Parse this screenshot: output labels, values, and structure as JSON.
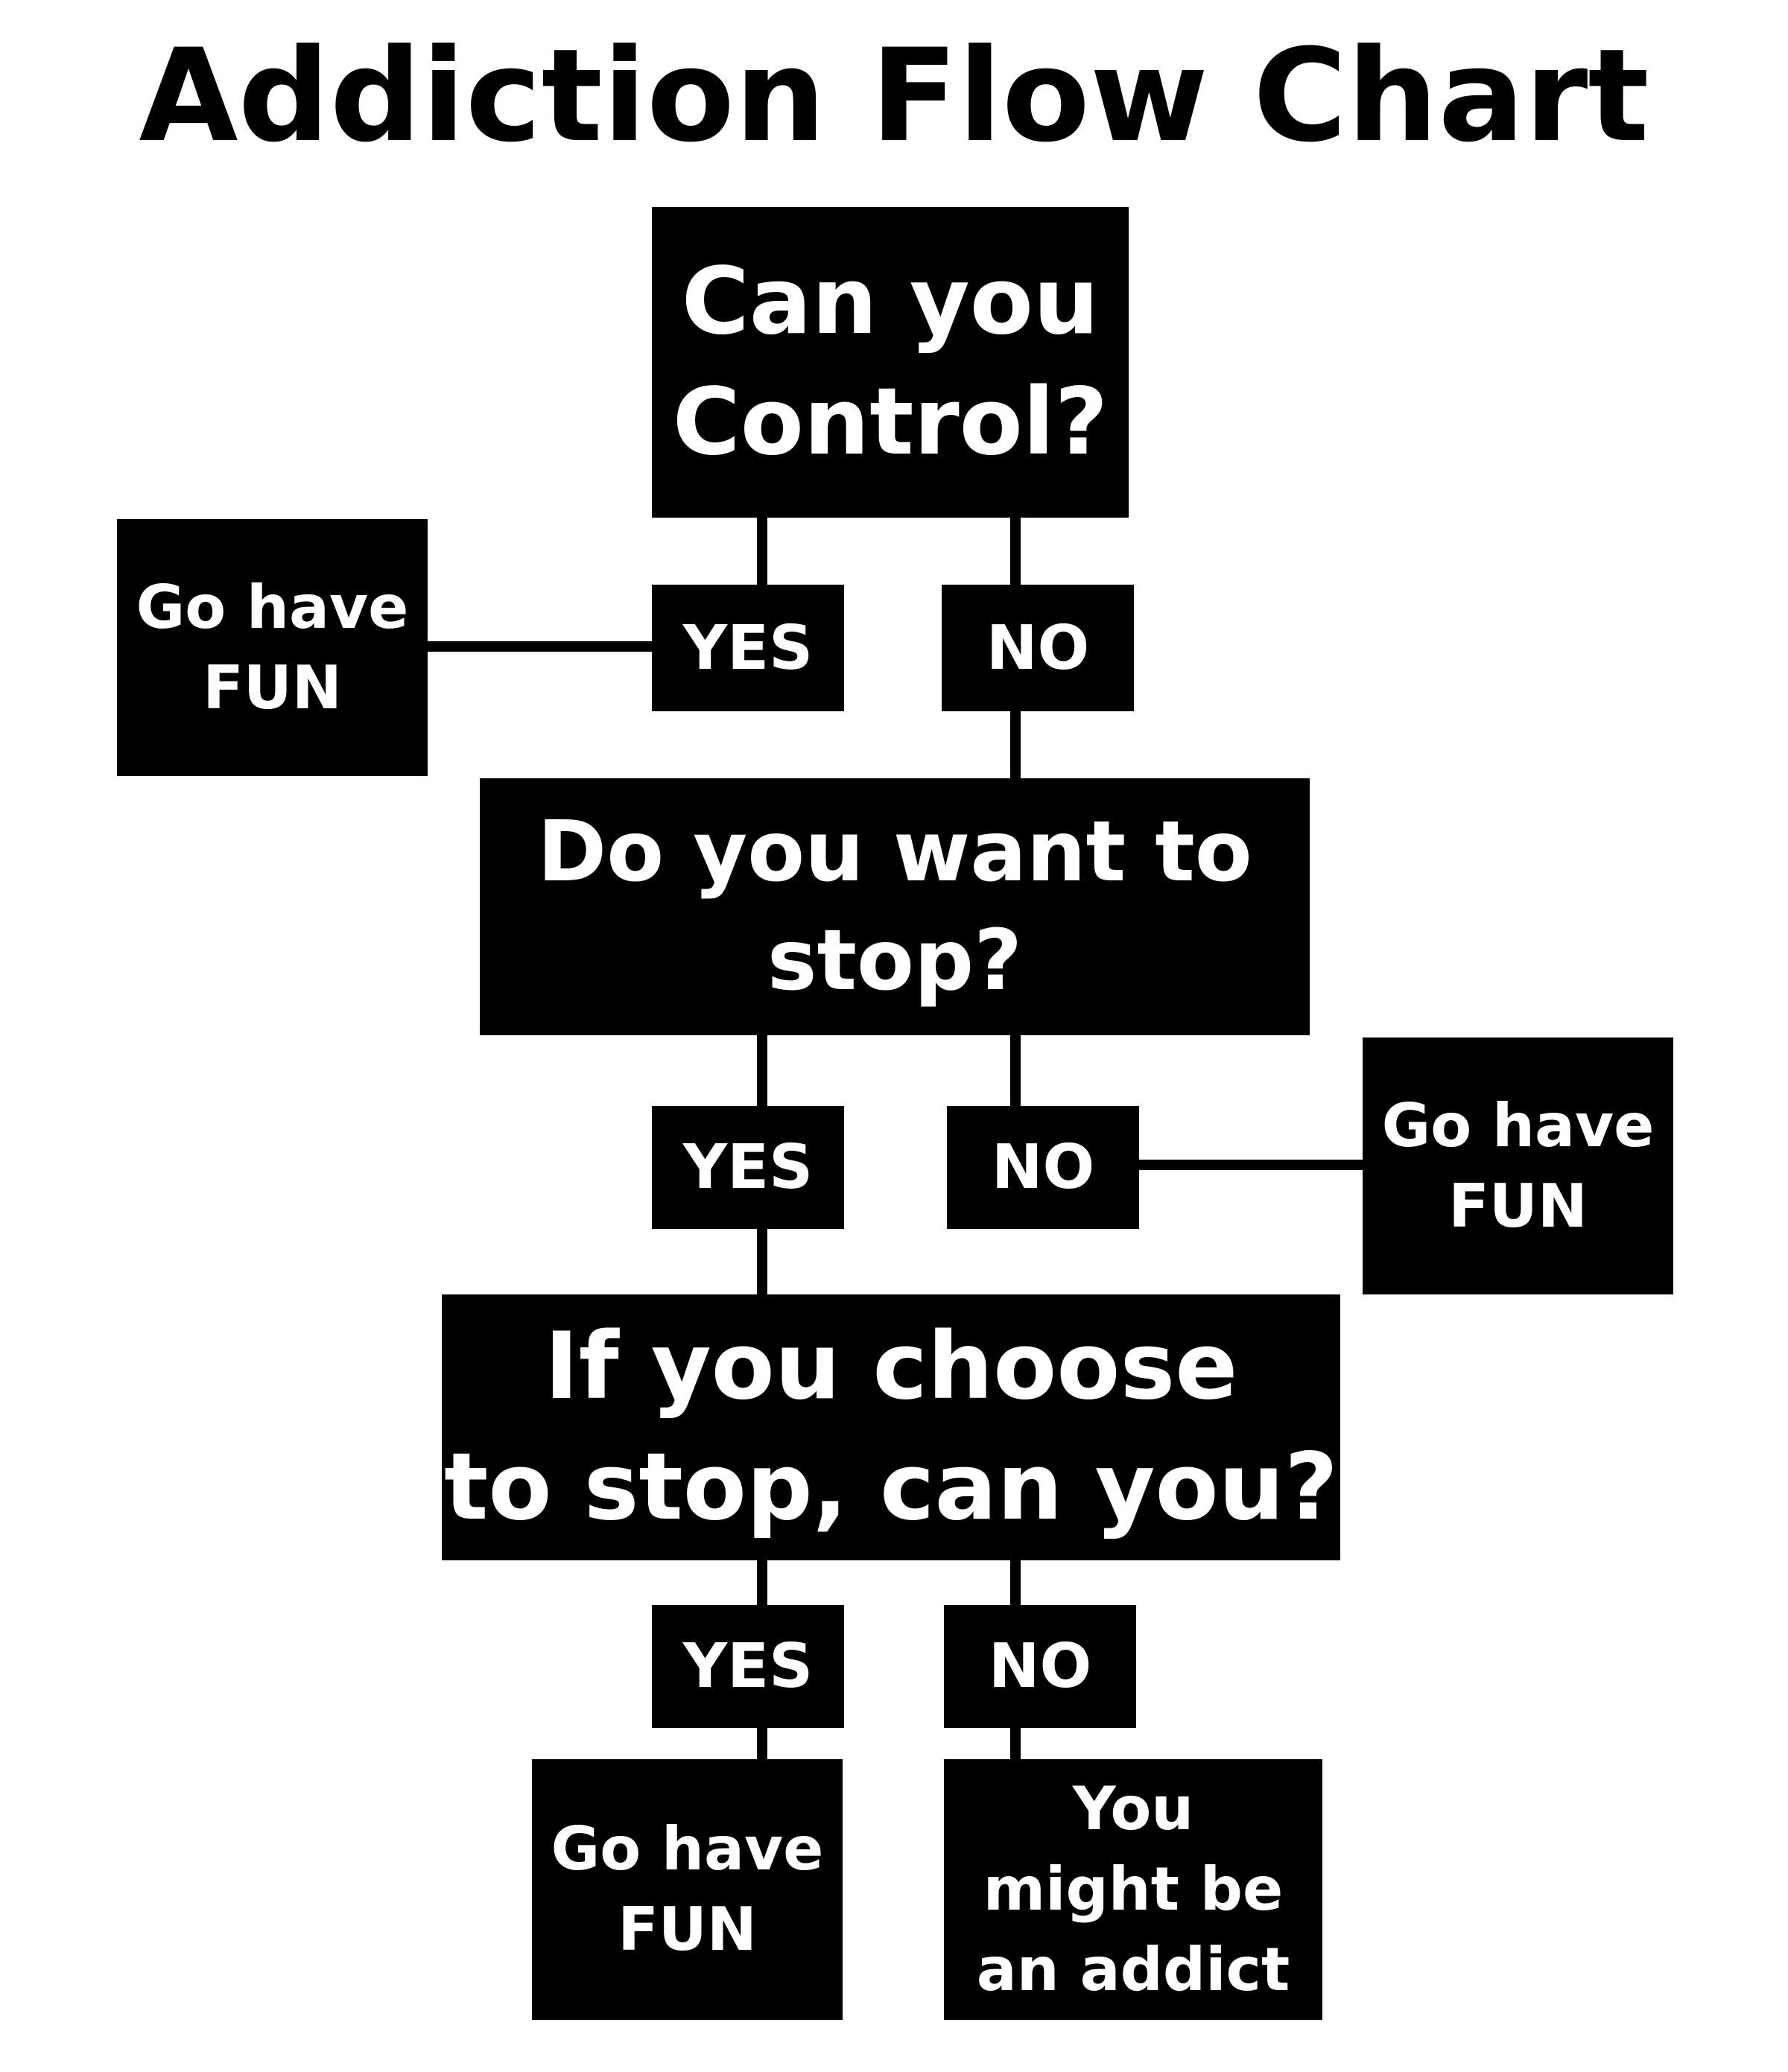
{
  "title": "Addiction Flow Chart",
  "questions": [
    {
      "lines": [
        "Can you",
        "Control?"
      ]
    },
    {
      "lines": [
        "Do you want to",
        "stop?"
      ]
    },
    {
      "lines": [
        "If you choose",
        "to stop, can you?"
      ]
    }
  ],
  "answers": {
    "q1": {
      "yes": "YES",
      "no": "NO"
    },
    "q2": {
      "yes": "YES",
      "no": "NO"
    },
    "q3": {
      "yes": "YES",
      "no": "NO"
    }
  },
  "outcomes": {
    "q1_yes": [
      "Go have",
      "FUN"
    ],
    "q2_no": [
      "Go have",
      "FUN"
    ],
    "q3_yes": [
      "Go have",
      "FUN"
    ],
    "q3_no": [
      "You",
      "might be",
      "an addict"
    ]
  },
  "colors": {
    "box": "#000000",
    "text_on_box": "#ffffff",
    "background": "#ffffff"
  }
}
